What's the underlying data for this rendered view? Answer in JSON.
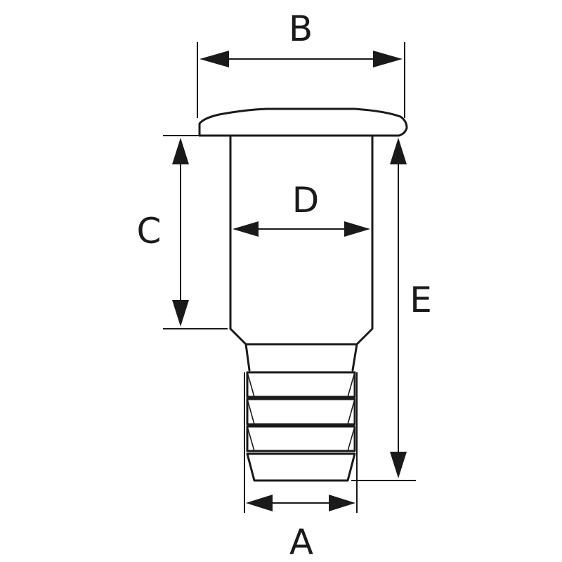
{
  "diagram": {
    "labels": {
      "a": "A",
      "b": "B",
      "c": "C",
      "d": "D",
      "e": "E"
    },
    "line_color": "#1a1a1a",
    "background": "#ffffff"
  }
}
